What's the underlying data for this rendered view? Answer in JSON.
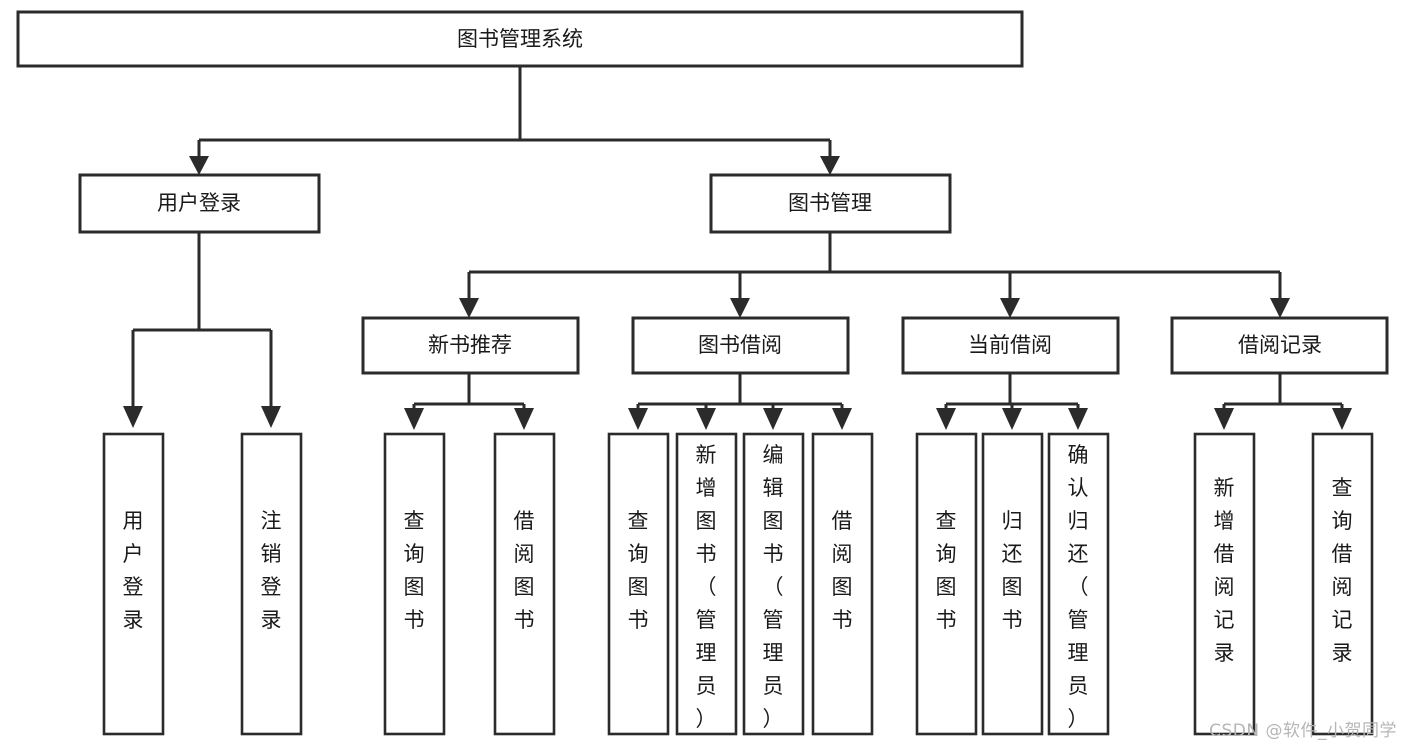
{
  "diagram": {
    "type": "tree",
    "title": "图书管理系统",
    "orientation": "top-down",
    "watermark": "CSDN @软件_小贺同学",
    "colors": {
      "stroke": "#2b2b2b",
      "fill": "#ffffff",
      "text": "#1a1a1a",
      "watermark": "#b6b6b6"
    },
    "nodes": {
      "root": {
        "label": "图书管理系统",
        "level": 0,
        "orientation": "horizontal"
      },
      "user_login": {
        "label": "用户登录",
        "level": 1,
        "orientation": "horizontal"
      },
      "book_manage": {
        "label": "图书管理",
        "level": 1,
        "orientation": "horizontal"
      },
      "new_book_rec": {
        "label": "新书推荐",
        "level": 2,
        "orientation": "horizontal"
      },
      "book_borrow": {
        "label": "图书借阅",
        "level": 2,
        "orientation": "horizontal"
      },
      "current_borrow": {
        "label": "当前借阅",
        "level": 2,
        "orientation": "horizontal"
      },
      "borrow_record": {
        "label": "借阅记录",
        "level": 2,
        "orientation": "horizontal"
      },
      "leaf_user_login": {
        "label": "用户登录",
        "level": 2,
        "orientation": "vertical"
      },
      "leaf_user_logout": {
        "label": "注销登录",
        "level": 2,
        "orientation": "vertical"
      },
      "leaf_rec_query": {
        "label": "查询图书",
        "level": 3,
        "orientation": "vertical"
      },
      "leaf_rec_borrow": {
        "label": "借阅图书",
        "level": 3,
        "orientation": "vertical"
      },
      "leaf_borrow_query": {
        "label": "查询图书",
        "level": 3,
        "orientation": "vertical"
      },
      "leaf_borrow_add": {
        "label": "新增图书（管理员）",
        "level": 3,
        "orientation": "vertical"
      },
      "leaf_borrow_edit": {
        "label": "编辑图书（管理员）",
        "level": 3,
        "orientation": "vertical"
      },
      "leaf_borrow_do": {
        "label": "借阅图书",
        "level": 3,
        "orientation": "vertical"
      },
      "leaf_cur_query": {
        "label": "查询图书",
        "level": 3,
        "orientation": "vertical"
      },
      "leaf_cur_return": {
        "label": "归还图书",
        "level": 3,
        "orientation": "vertical"
      },
      "leaf_cur_confirm": {
        "label": "确认归还（管理员）",
        "level": 3,
        "orientation": "vertical"
      },
      "leaf_rec_add": {
        "label": "新增借阅记录",
        "level": 3,
        "orientation": "vertical"
      },
      "leaf_rec_search": {
        "label": "查询借阅记录",
        "level": 3,
        "orientation": "vertical"
      }
    },
    "edges": [
      {
        "from": "root",
        "to": "user_login"
      },
      {
        "from": "root",
        "to": "book_manage"
      },
      {
        "from": "user_login",
        "to": "leaf_user_login"
      },
      {
        "from": "user_login",
        "to": "leaf_user_logout"
      },
      {
        "from": "book_manage",
        "to": "new_book_rec"
      },
      {
        "from": "book_manage",
        "to": "book_borrow"
      },
      {
        "from": "book_manage",
        "to": "current_borrow"
      },
      {
        "from": "book_manage",
        "to": "borrow_record"
      },
      {
        "from": "new_book_rec",
        "to": "leaf_rec_query"
      },
      {
        "from": "new_book_rec",
        "to": "leaf_rec_borrow"
      },
      {
        "from": "book_borrow",
        "to": "leaf_borrow_query"
      },
      {
        "from": "book_borrow",
        "to": "leaf_borrow_add"
      },
      {
        "from": "book_borrow",
        "to": "leaf_borrow_edit"
      },
      {
        "from": "book_borrow",
        "to": "leaf_borrow_do"
      },
      {
        "from": "current_borrow",
        "to": "leaf_cur_query"
      },
      {
        "from": "current_borrow",
        "to": "leaf_cur_return"
      },
      {
        "from": "current_borrow",
        "to": "leaf_cur_confirm"
      },
      {
        "from": "borrow_record",
        "to": "leaf_rec_add"
      },
      {
        "from": "borrow_record",
        "to": "leaf_rec_search"
      }
    ]
  }
}
